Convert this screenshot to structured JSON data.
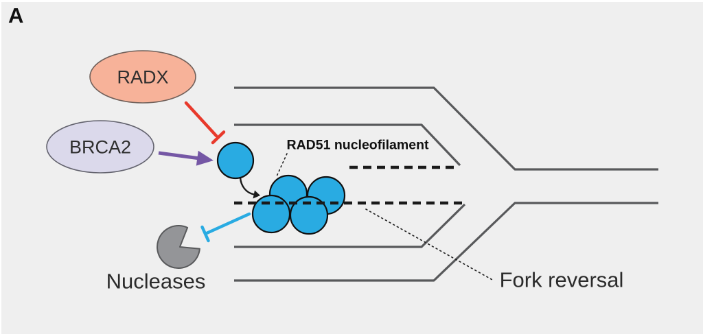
{
  "panel": {
    "label": "A"
  },
  "colors": {
    "background": "#efefef",
    "dna_line": "#58595b",
    "nascent_dash": "#1a1a1a",
    "rad51_fill": "#29abe2",
    "rad51_stroke": "#101010",
    "radx_fill": "#f7b299",
    "radx_stroke": "#70605a",
    "brca2_fill": "#dbd9eb",
    "brca2_stroke": "#63636e",
    "nuclease_fill": "#949598",
    "nuclease_stroke": "#58595b",
    "inhibit_red": "#e8392b",
    "promote_purple": "#7557a5",
    "inhibit_cyan": "#29abe2",
    "pointer_line": "#222222",
    "label_text": "#2b2b2b"
  },
  "nodes": {
    "radx": {
      "label": "RADX"
    },
    "brca2": {
      "label": "BRCA2"
    },
    "nucleases": {
      "label": "Nucleases"
    }
  },
  "annotations": {
    "nucleofilament": {
      "label": "RAD51 nucleofilament"
    },
    "fork_reversal": {
      "label": "Fork reversal"
    }
  }
}
